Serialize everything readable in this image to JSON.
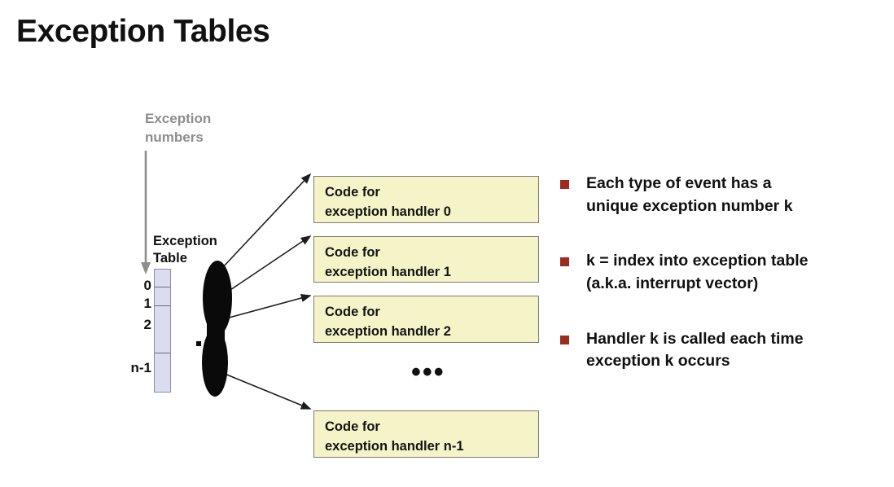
{
  "slide": {
    "title": "Exception Tables",
    "background_color": "#ffffff"
  },
  "diagram": {
    "exception_numbers_label": "Exception\nnumbers",
    "exception_numbers_line1": "Exception",
    "exception_numbers_line2": "numbers",
    "exception_table_label_line1": "Exception",
    "exception_table_label_line2": "Table",
    "table_indices": [
      "0",
      "1",
      "2",
      "n-1"
    ],
    "ellipsis": "•••",
    "colors": {
      "table_fill": "#dcdcf0",
      "table_border": "#8d8d9e",
      "code_box_fill": "#f4f4c8",
      "code_box_border": "#7c7c70",
      "bullet_marker": "#9e2b20",
      "numbers_label_gray": "#8d8d8d",
      "ink_blob": "#0a0a0a"
    },
    "code_boxes": [
      {
        "line1": "Code for",
        "line2": "exception handler 0"
      },
      {
        "line1": "Code for",
        "line2": "exception handler 1"
      },
      {
        "line1": "Code for",
        "line2": "exception handler 2"
      },
      {
        "line1": "Code for",
        "line2": "exception handler n-1"
      }
    ]
  },
  "bullets": [
    {
      "line1": "Each type of event has a",
      "line2": "unique exception number k"
    },
    {
      "line1": "k = index into exception table",
      "line2": "(a.k.a. interrupt vector)"
    },
    {
      "line1": "Handler k is called each time",
      "line2": "exception k occurs"
    }
  ]
}
